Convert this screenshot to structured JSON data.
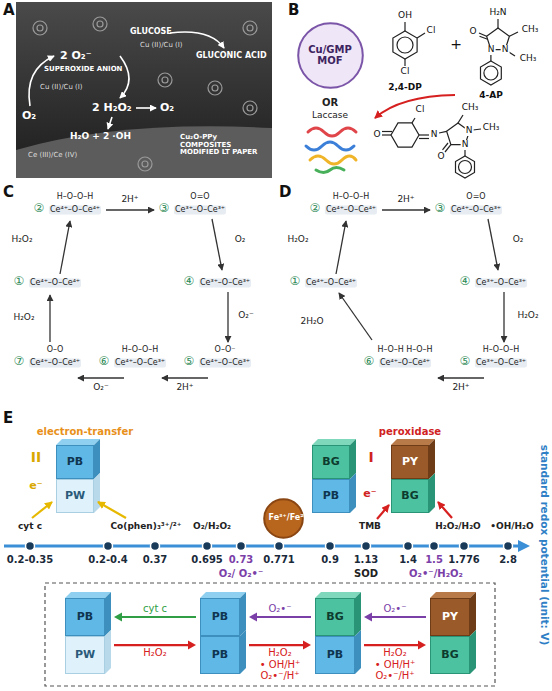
{
  "diagram": {
    "nodes": [
      {
        "text": [
          "Cu/GMP MOF"
        ]
      },
      {
        "text": [
          "PB"
        ]
      },
      {
        "text": [
          "PW"
        ]
      },
      {
        "text": [
          "Fe³⁺/Fe²⁺"
        ]
      },
      {
        "text": [
          "BG"
        ]
      },
      {
        "text": [
          "PB"
        ]
      },
      {
        "text": [
          "PY"
        ]
      },
      {
        "text": [
          "BG"
        ]
      },
      {
        "text": [
          "PB"
        ]
      },
      {
        "text": [
          "PW"
        ]
      },
      {
        "text": [
          "PB"
        ]
      },
      {
        "text": [
          "PB"
        ]
      },
      {
        "text": [
          "BG"
        ]
      },
      {
        "text": [
          "PB"
        ]
      },
      {
        "text": [
          "PY"
        ]
      },
      {
        "text": [
          "BG"
        ]
      }
    ],
    "edges": [
      {
        "from": 10,
        "to": 8,
        "label": "cyt c",
        "arrow": "to"
      },
      {
        "from": 9,
        "to": 11,
        "label": "H₂O₂",
        "arrow": "to"
      },
      {
        "from": 12,
        "to": 10,
        "label": "O₂•⁻",
        "arrow": "to"
      },
      {
        "from": 11,
        "to": 13,
        "label": "H₂O₂",
        "arrow": "to"
      },
      {
        "from": 14,
        "to": 12,
        "label": "O₂•⁻",
        "arrow": "to"
      },
      {
        "from": 13,
        "to": 15,
        "label": "H₂O₂",
        "arrow": "to"
      }
    ],
    "labels": [
      "A",
      "GLUCOSE",
      "GLUCONIC ACID",
      "Cu (II)/Cu (I)",
      "2 O₂⁻",
      "SUPEROXIDE ANION",
      "O₂",
      "Cu (II)/Cu (I)",
      "2 H₂O₂",
      "O₂",
      "H₂O + 2 ·OH",
      "Ce (III)/Ce (IV)",
      "Cu₂O-PPy COMPOSITES MODIFIED LT PAPER",
      "B",
      "OR",
      "Laccase",
      "OH",
      "Cl",
      "Cl",
      "2,4-DP",
      "+",
      "H₂N",
      "CH₃",
      "O",
      "N",
      "N",
      "CH₃",
      "4-AP",
      "O",
      "Cl",
      "N",
      "CH₃",
      "O",
      "N",
      "CH₃",
      "N",
      "C",
      "①",
      "Ce⁴⁺–O–Ce⁴⁺",
      "②",
      "H–O–O–H",
      "Ce⁴⁺–O–Ce⁴⁺",
      "③",
      "O=O",
      "Ce³⁺–O–Ce³⁺",
      "④",
      "Ce³⁺–O–Ce³⁺",
      "⑤",
      "O–O⁻",
      "Ce⁴⁺–O–Ce³⁺",
      "⑥",
      "H–O–O–H",
      "Ce⁴⁺–O–Ce³⁺",
      "⑦",
      "O–O",
      "Ce⁴⁺–O–Ce⁴⁺",
      "H₂O₂",
      "2H⁺",
      "O₂",
      "O₂⁻",
      "2H⁺",
      "O₂⁻",
      "H₂O₂",
      "D",
      "①",
      "Ce⁴⁺–O–Ce⁴⁺",
      "②",
      "H–O–O–H",
      "Ce⁴⁺–O–Ce⁴⁺",
      "③",
      "O=O",
      "Ce⁴⁺–O–Ce³⁺",
      "④",
      "Ce³⁺–O–Ce³⁺",
      "⑤",
      "H–O–O–H",
      "Ce³⁺–O–Ce³⁺",
      "⑥",
      "H–O–H H–O–H",
      "Ce⁴⁺–O–Ce⁴⁺",
      "H₂O₂",
      "2H⁺",
      "O₂",
      "H₂O₂",
      "2H⁺",
      "2H₂O",
      "E",
      "electron-transfer",
      "peroxidase",
      "II",
      "e⁻",
      "I",
      "e⁻",
      "cyt c",
      "Co(phen)₃³⁺/²⁺",
      "O₂/H₂O₂",
      "TMB",
      "H₂O₂/H₂O",
      "•OH/H₂O",
      "0.2-0.35",
      "0.2-0.4",
      "0.37",
      "0.695",
      "0.73",
      "0.771",
      "0.9",
      "1.13",
      "1.4",
      "1.5",
      "1.776",
      "2.8",
      "O₂/ O₂•⁻",
      "SOD",
      "O₂•⁻/H₂O₂",
      "standard redox potential (unit: V)",
      "• OH/H⁺",
      "O₂•⁻/H⁺",
      "• OH/H⁺",
      "O₂•⁻/H⁺"
    ]
  }
}
